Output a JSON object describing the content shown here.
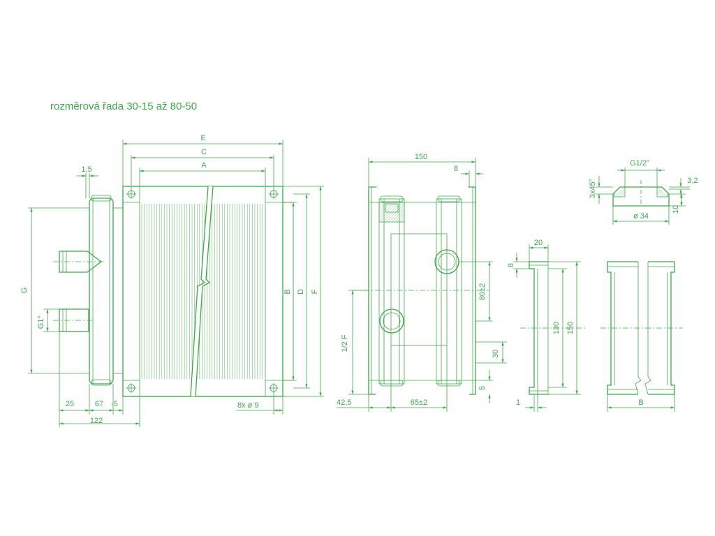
{
  "title": "rozměrová řada 30-15 až 80-50",
  "colors": {
    "line": "#3fa64a"
  },
  "dims": {
    "E": "E",
    "C": "C",
    "A": "A",
    "B": "B",
    "D": "D",
    "F": "F",
    "G": "G",
    "g1": "G1\"",
    "d15": "1,5",
    "d25": "25",
    "d67": "67",
    "dm5": "-5",
    "d122": "122",
    "holes": "8x ø 9",
    "d150": "150",
    "d8": "8",
    "d80": "80±2",
    "halfF": "1/2 F",
    "d30": "30",
    "d5": "5",
    "d42": "42,5",
    "d65": "65±2",
    "g12": "G1/2\"",
    "d3x45": "3x45°",
    "d32": "3,2",
    "d34": "ø 34",
    "d10": "10",
    "d20": "20",
    "s8": "8",
    "d130": "130",
    "s150": "150",
    "d1": "1",
    "bB": "B"
  }
}
